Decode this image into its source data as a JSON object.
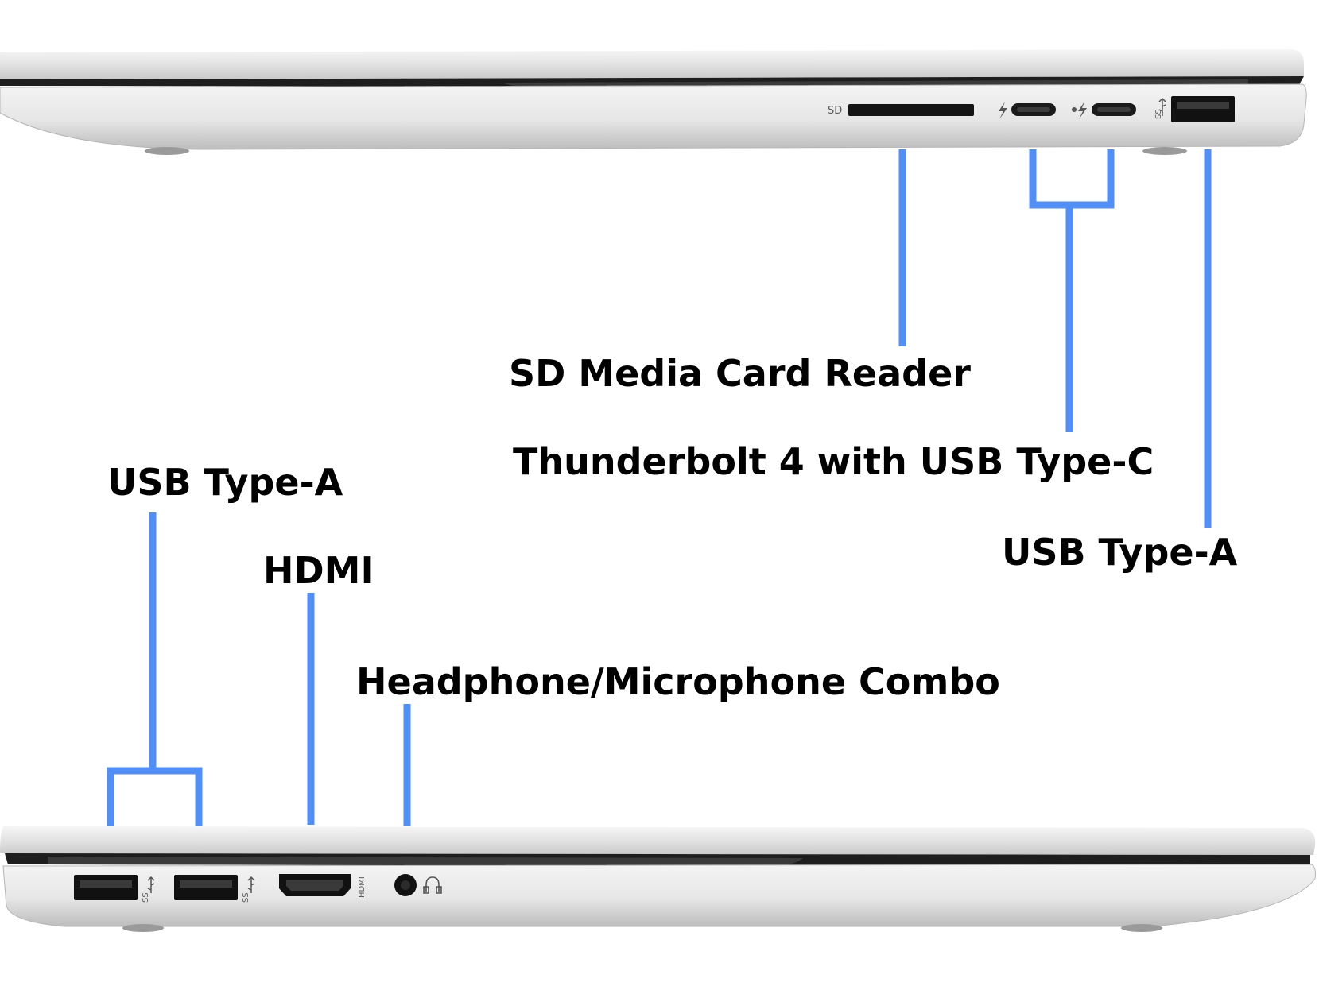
{
  "labels": {
    "sd_reader": "SD Media Card Reader",
    "thunderbolt": "Thunderbolt 4 with USB Type-C",
    "usb_a_right": "USB Type-A",
    "usb_a_left": "USB Type-A",
    "hdmi": "HDMI",
    "audio_combo": "Headphone/Microphone Combo"
  },
  "port_markings": {
    "sd": "SD",
    "usb_speed": "SS",
    "hdmi": "HDMI"
  },
  "colors": {
    "leader_line": "#4f8ff7",
    "chassis_light": "#ececec",
    "chassis_mid": "#cfcfcf",
    "chassis_dark": "#9a9a9a",
    "port": "#1a1a1a",
    "text": "#000000"
  },
  "icons": [
    "thunderbolt-icon",
    "usb-symbol-icon",
    "headphone-icon"
  ]
}
